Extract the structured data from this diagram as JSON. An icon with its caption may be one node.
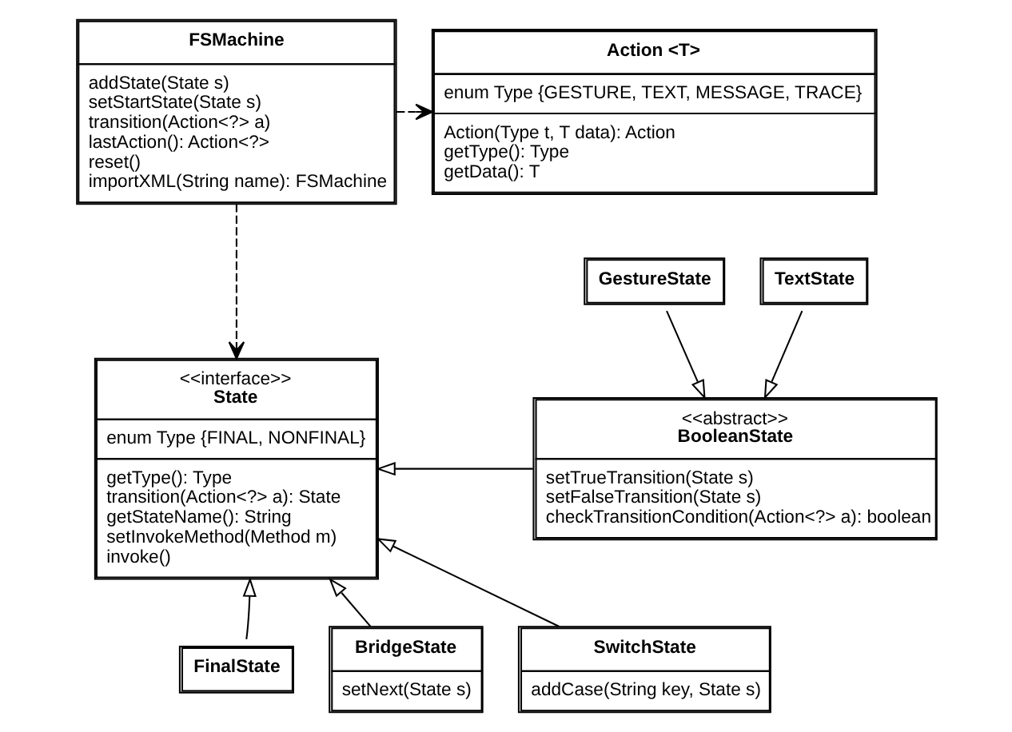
{
  "diagram": {
    "nodes": [
      {
        "text": [
          "FSMachine",
          "addState(State s)",
          "setStartState(State s)",
          "transition(Action<?> a)",
          "lastAction(): Action<?>",
          "reset()",
          "importXML(String name): FSMachine"
        ]
      },
      {
        "text": [
          "Action <T>",
          "enum Type {GESTURE, TEXT, MESSAGE, TRACE}",
          "Action(Type t, T data): Action",
          "getType(): Type",
          "getData(): T"
        ]
      },
      {
        "text": [
          "<<interface>>",
          "State",
          "enum Type {FINAL, NONFINAL}",
          "getType(): Type",
          "transition(Action<?> a): State",
          "getStateName(): String",
          "setInvokeMethod(Method m)",
          "invoke()"
        ]
      },
      {
        "text": [
          "GestureState"
        ]
      },
      {
        "text": [
          "TextState"
        ]
      },
      {
        "text": [
          "<<abstract>>",
          "BooleanState",
          "setTrueTransition(State s)",
          "setFalseTransition(State s)",
          "checkTransitionCondition(Action<?> a): boolean"
        ]
      },
      {
        "text": [
          "BridgeState",
          "setNext(State s)"
        ]
      },
      {
        "text": [
          "FinalState"
        ]
      },
      {
        "text": [
          "SwitchState",
          "addCase(String key, State s)"
        ]
      }
    ],
    "edges": [
      {
        "from": 0,
        "to": 1,
        "arrow": "to",
        "style": "dashed"
      },
      {
        "from": 0,
        "to": 2,
        "arrow": "to",
        "style": "dashed"
      },
      {
        "from": 3,
        "to": 5,
        "arrow": "to"
      },
      {
        "from": 4,
        "to": 5,
        "arrow": "to"
      },
      {
        "from": 5,
        "to": 2,
        "arrow": "to"
      },
      {
        "from": 6,
        "to": 2,
        "arrow": "to"
      },
      {
        "from": 7,
        "to": 2,
        "arrow": "to"
      },
      {
        "from": 8,
        "to": 2,
        "arrow": "to"
      }
    ]
  }
}
